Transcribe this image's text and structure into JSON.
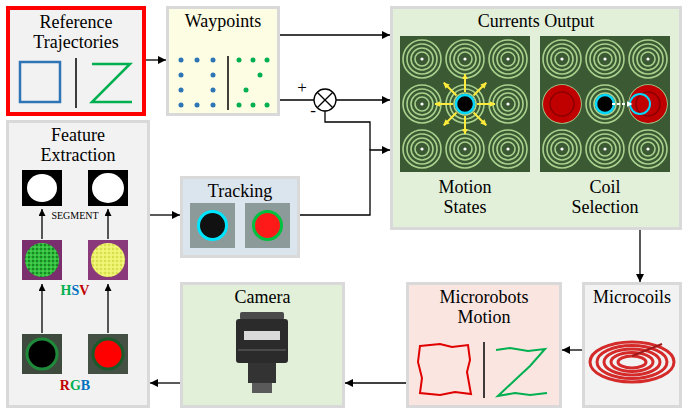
{
  "diagram": {
    "nodes": [
      {
        "text": [
          "Reference Trajectories"
        ]
      },
      {
        "text": [
          "Waypoints"
        ]
      },
      {
        "text": [
          "Currents Output"
        ]
      },
      {
        "text": [
          "Feature Extraction"
        ]
      },
      {
        "text": [
          "Tracking"
        ]
      },
      {
        "text": [
          "Camera"
        ]
      },
      {
        "text": [
          "Microrobots Motion"
        ]
      },
      {
        "text": [
          "Microcoils"
        ]
      }
    ],
    "edges": [
      {
        "from": 0,
        "to": 1,
        "arrow": "to"
      },
      {
        "from": 1,
        "to": 2,
        "arrow": "to"
      },
      {
        "from": 1,
        "to": 2,
        "arrow": "to"
      },
      {
        "from": 4,
        "to": 2,
        "arrow": "to"
      },
      {
        "from": 3,
        "to": 4,
        "arrow": "to"
      },
      {
        "from": 2,
        "to": 7,
        "arrow": "to"
      },
      {
        "from": 7,
        "to": 6,
        "arrow": "to"
      },
      {
        "from": 6,
        "to": 5,
        "arrow": "to"
      },
      {
        "from": 5,
        "to": 3,
        "arrow": "to"
      }
    ],
    "labels": [
      "+",
      "-",
      "Motion States",
      "Coil Selection",
      "SEGMENT",
      "HSV",
      "RGB"
    ]
  }
}
